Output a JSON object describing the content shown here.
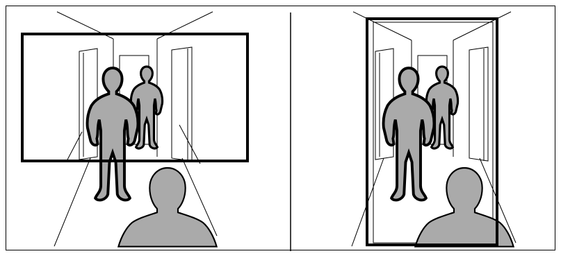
{
  "figure": {
    "panels": [
      {
        "id": "landscape",
        "frame_orientation": "landscape"
      },
      {
        "id": "portrait",
        "frame_orientation": "portrait"
      }
    ],
    "colors": {
      "background": "#ffffff",
      "stroke": "#000000",
      "silhouette_fill": "#aaaaaa"
    },
    "icons": [
      "person-silhouette-icon",
      "head-silhouette-icon",
      "hallway-icon"
    ]
  }
}
